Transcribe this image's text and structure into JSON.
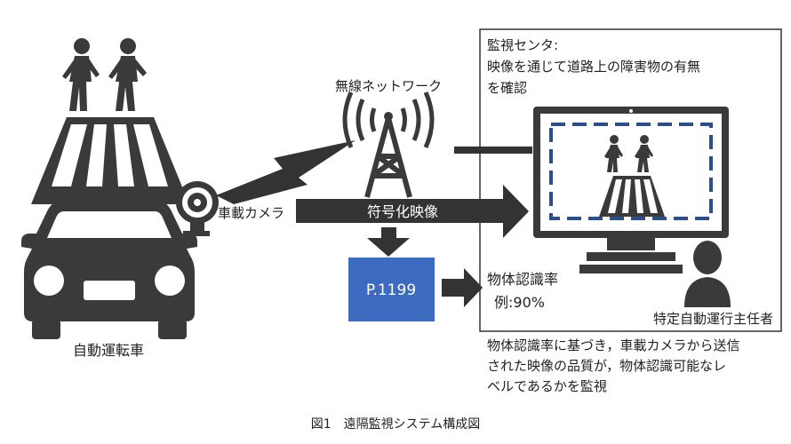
{
  "labels": {
    "monitoring_center": [
      "監視センタ:",
      "映像を通じて道路上の障害物の有無",
      "を確認"
    ],
    "network": "無線ネットワーク",
    "camera": "車載カメラ",
    "encoded_video": "符号化映像",
    "p1199": "P.1199",
    "recognition_rate": [
      "物体認識率",
      "例:90%"
    ],
    "operator": "特定自動運行主任者",
    "vehicle": "自動運転車",
    "note": [
      "物体認識率に基づき，車載カメラから送信",
      "された映像の品質が，物体認識可能なレ",
      "ベルであるかを監視"
    ],
    "caption": "図1　遠隔監視システム構成図"
  },
  "colors": {
    "icon": "#3a3a3a",
    "arrow": "#333333",
    "p1199_box": "#3d6bbf",
    "dashed_frame": "#2c4e8a",
    "text": "#222222"
  }
}
